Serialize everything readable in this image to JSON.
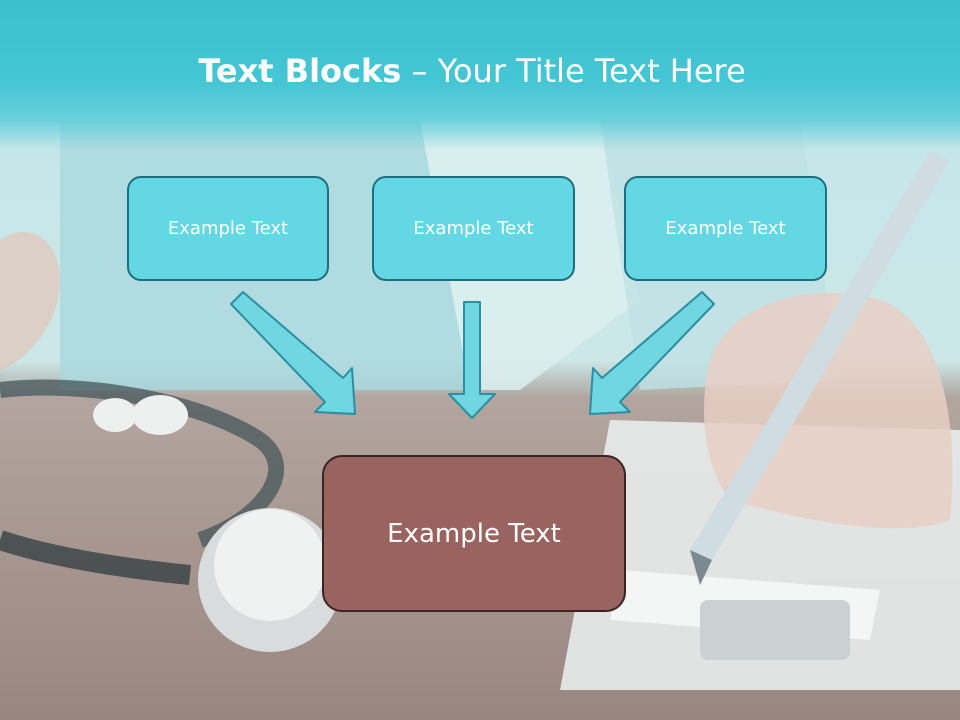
{
  "title": {
    "bold": "Text Blocks",
    "dash": " – ",
    "rest": "Your Title Text Here"
  },
  "blocks": [
    {
      "label": "Example Text"
    },
    {
      "label": "Example Text"
    },
    {
      "label": "Example Text"
    }
  ],
  "main_block": {
    "label": "Example Text"
  },
  "colors": {
    "title_band": "#3cbfce",
    "block_fill": "#63d7e4",
    "block_border": "#1f6f80",
    "main_fill": "#996360",
    "arrow_fill": "#6fd6e2"
  },
  "icons": {
    "background": "doctor-writing-photo"
  }
}
